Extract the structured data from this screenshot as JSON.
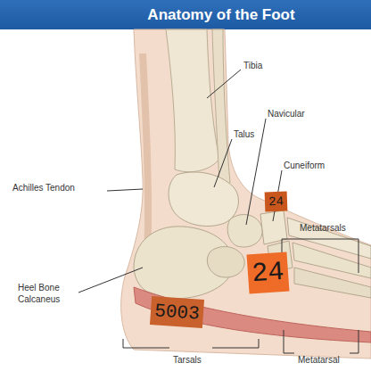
{
  "diagram": {
    "title": "Anatomy of the Foot",
    "nodes": [
      {
        "text": [
          "24"
        ]
      },
      {
        "text": [
          "24"
        ]
      },
      {
        "text": [
          "5003"
        ]
      }
    ],
    "labels": [
      "Tibia",
      "Navicular",
      "Talus",
      "Cuneiform",
      "Achilles Tendon",
      "Metatarsals",
      "Heel Bone Calcaneus",
      "Tarsals",
      "Metatarsal"
    ]
  }
}
